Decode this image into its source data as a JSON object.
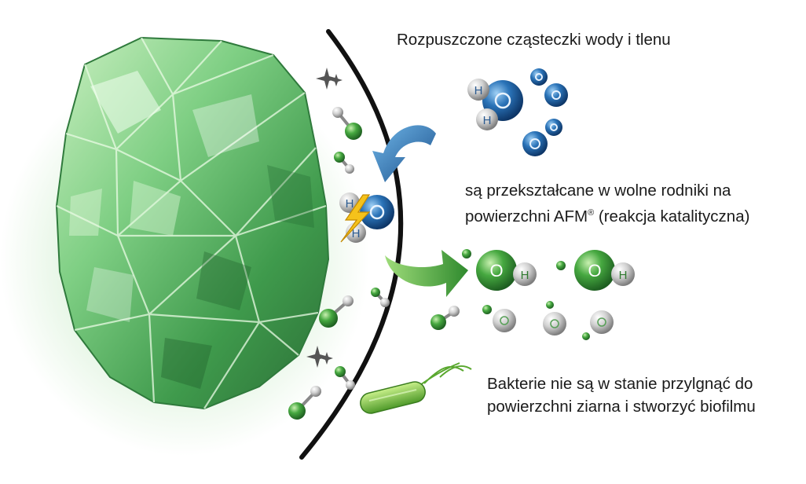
{
  "captions": {
    "line1": "Rozpuszczone cząsteczki wody i tlenu",
    "line2a": "są przekształcane w wolne rodniki na",
    "line2b_prefix": "powierzchni AFM",
    "line2b_mark": "®",
    "line2b_suffix": " (reakcja katalityczna)",
    "line3a": "Bakterie nie są w stanie przylgnąć do",
    "line3b": "powierzchni ziarna i stworzyć biofilmu"
  },
  "atom_labels": {
    "hydrogen": "H",
    "oxygen": "O"
  },
  "colors": {
    "glass_green": "#5fbf6a",
    "glass_dark": "#2e7a3e",
    "water_blue": "#1f5fa0",
    "radical_green": "#3fa040",
    "atom_grey": "#c8c8c8",
    "arrow_blue": "#2a6db0",
    "arrow_green": "#3d9a3a",
    "bolt_yellow": "#f5c21b",
    "boundary": "#111111"
  },
  "icons": [
    "sparkle-icon",
    "lightning-bolt-icon",
    "bacterium-icon"
  ]
}
